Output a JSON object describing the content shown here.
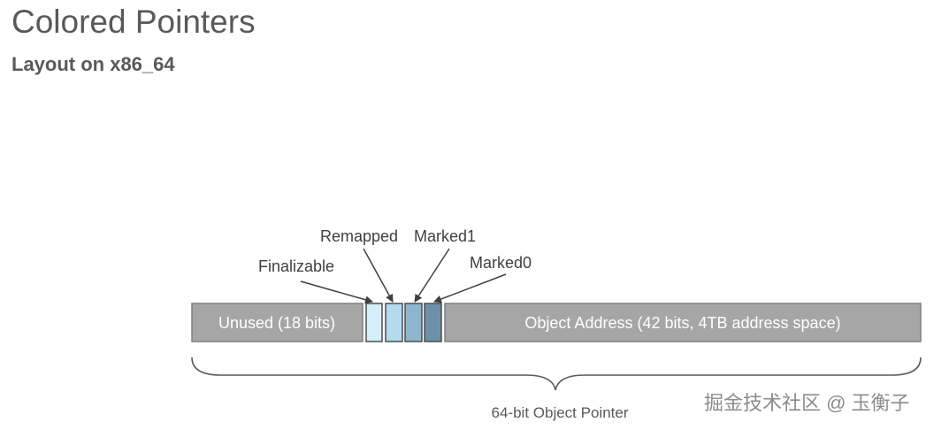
{
  "header": {
    "title": "Colored Pointers",
    "subtitle": "Layout on x86_64"
  },
  "pointer": {
    "unused_label": "Unused (18 bits)",
    "address_label": "Object Address (42 bits, 4TB address space)",
    "brace_label": "64-bit Object Pointer",
    "bits": [
      {
        "label": "Finalizable",
        "color": "#d6eef7"
      },
      {
        "label": "Remapped",
        "color": "#b3daee"
      },
      {
        "label": "Marked1",
        "color": "#8fb6d0"
      },
      {
        "label": "Marked0",
        "color": "#7090a8"
      }
    ]
  },
  "colors": {
    "segment_fill": "#a6a6a6",
    "segment_border": "#7f7f7f",
    "text": "#595959",
    "watermark": "#8c8c8c"
  },
  "watermark": "掘金技术社区 @ 玉衡子"
}
